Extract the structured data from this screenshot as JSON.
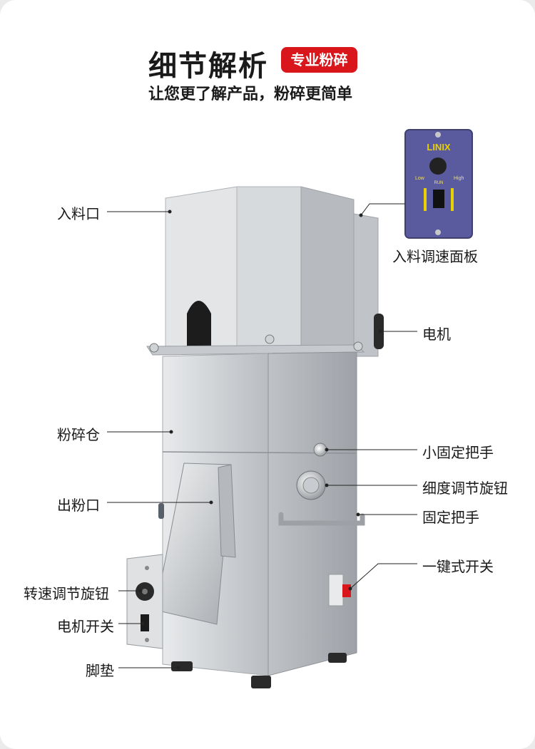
{
  "header": {
    "title": "细节解析",
    "badge": "专业粉碎",
    "subtitle": "让您更了解产品，粉碎更简单"
  },
  "callouts": {
    "inlet": "入料口",
    "speed_panel": "入料调速面板",
    "motor": "电机",
    "chamber": "粉碎仓",
    "small_handle": "小固定把手",
    "fineness_knob": "细度调节旋钮",
    "outlet": "出粉口",
    "fixed_handle": "固定把手",
    "one_key_switch": "一键式开关",
    "speed_knob": "转速调节旋钮",
    "motor_switch": "电机开关",
    "foot_pad": "脚垫"
  },
  "speed_panel": {
    "brand": "LINIX",
    "low": "Low",
    "high": "High",
    "run": "RUN"
  },
  "colors": {
    "accent": "#d9161c",
    "panel": "#5a5a9e",
    "steel": "#c9ccd0"
  }
}
